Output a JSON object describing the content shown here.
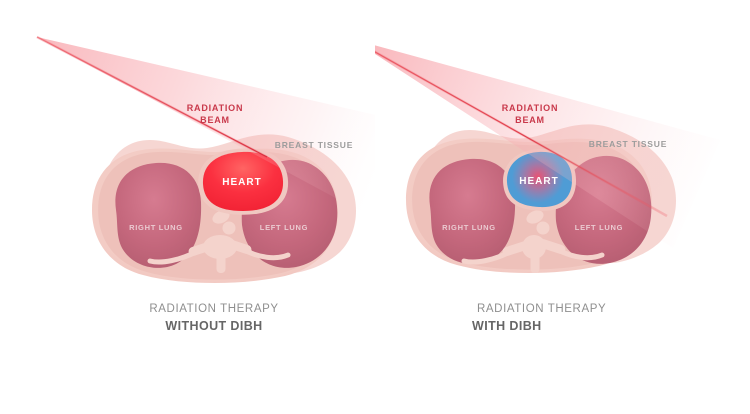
{
  "panels": [
    {
      "id": "without-dibh",
      "beam_label_line1": "RADIATION",
      "beam_label_line2": "BEAM",
      "breast_tissue_label": "BREAST TISSUE",
      "right_lung_label": "RIGHT LUNG",
      "left_lung_label": "LEFT LUNG",
      "heart_label": "HEART",
      "caption_line1": "RADIATION THERAPY",
      "caption_line2": "WITHOUT DIBH"
    },
    {
      "id": "with-dibh",
      "beam_label_line1": "RADIATION",
      "beam_label_line2": "BEAM",
      "breast_tissue_label": "BREAST TISSUE",
      "right_lung_label": "RIGHT LUNG",
      "left_lung_label": "LEFT LUNG",
      "heart_label": "HEART",
      "caption_line1": "RADIATION THERAPY",
      "caption_line2": "WITH DIBH"
    }
  ],
  "colors": {
    "beam_fill_pink": "#f5848e",
    "beam_line_red": "#dc3242",
    "beam_label_red": "#c9394b",
    "breast_tissue_fill": "#f5d4d0",
    "breast_tissue_label": "#9c9c9c",
    "body_fill": "#f3ccc5",
    "body_inner_fill": "#eec1ba",
    "lung_fill_light": "#d67b90",
    "lung_fill_dark": "#b05a6d",
    "mediastinum_fill": "#f0c8c1",
    "bone_fill": "#f4d3cc",
    "heart_red": "#f92b3b",
    "heart_blue": "#4f9cd5",
    "heart_glow_pink": "#ee5a78",
    "heart_label_color": "#ffffff",
    "lung_label_color": "#eed3d8",
    "caption_gray": "#8f8f8f",
    "caption_dark": "#666666"
  }
}
